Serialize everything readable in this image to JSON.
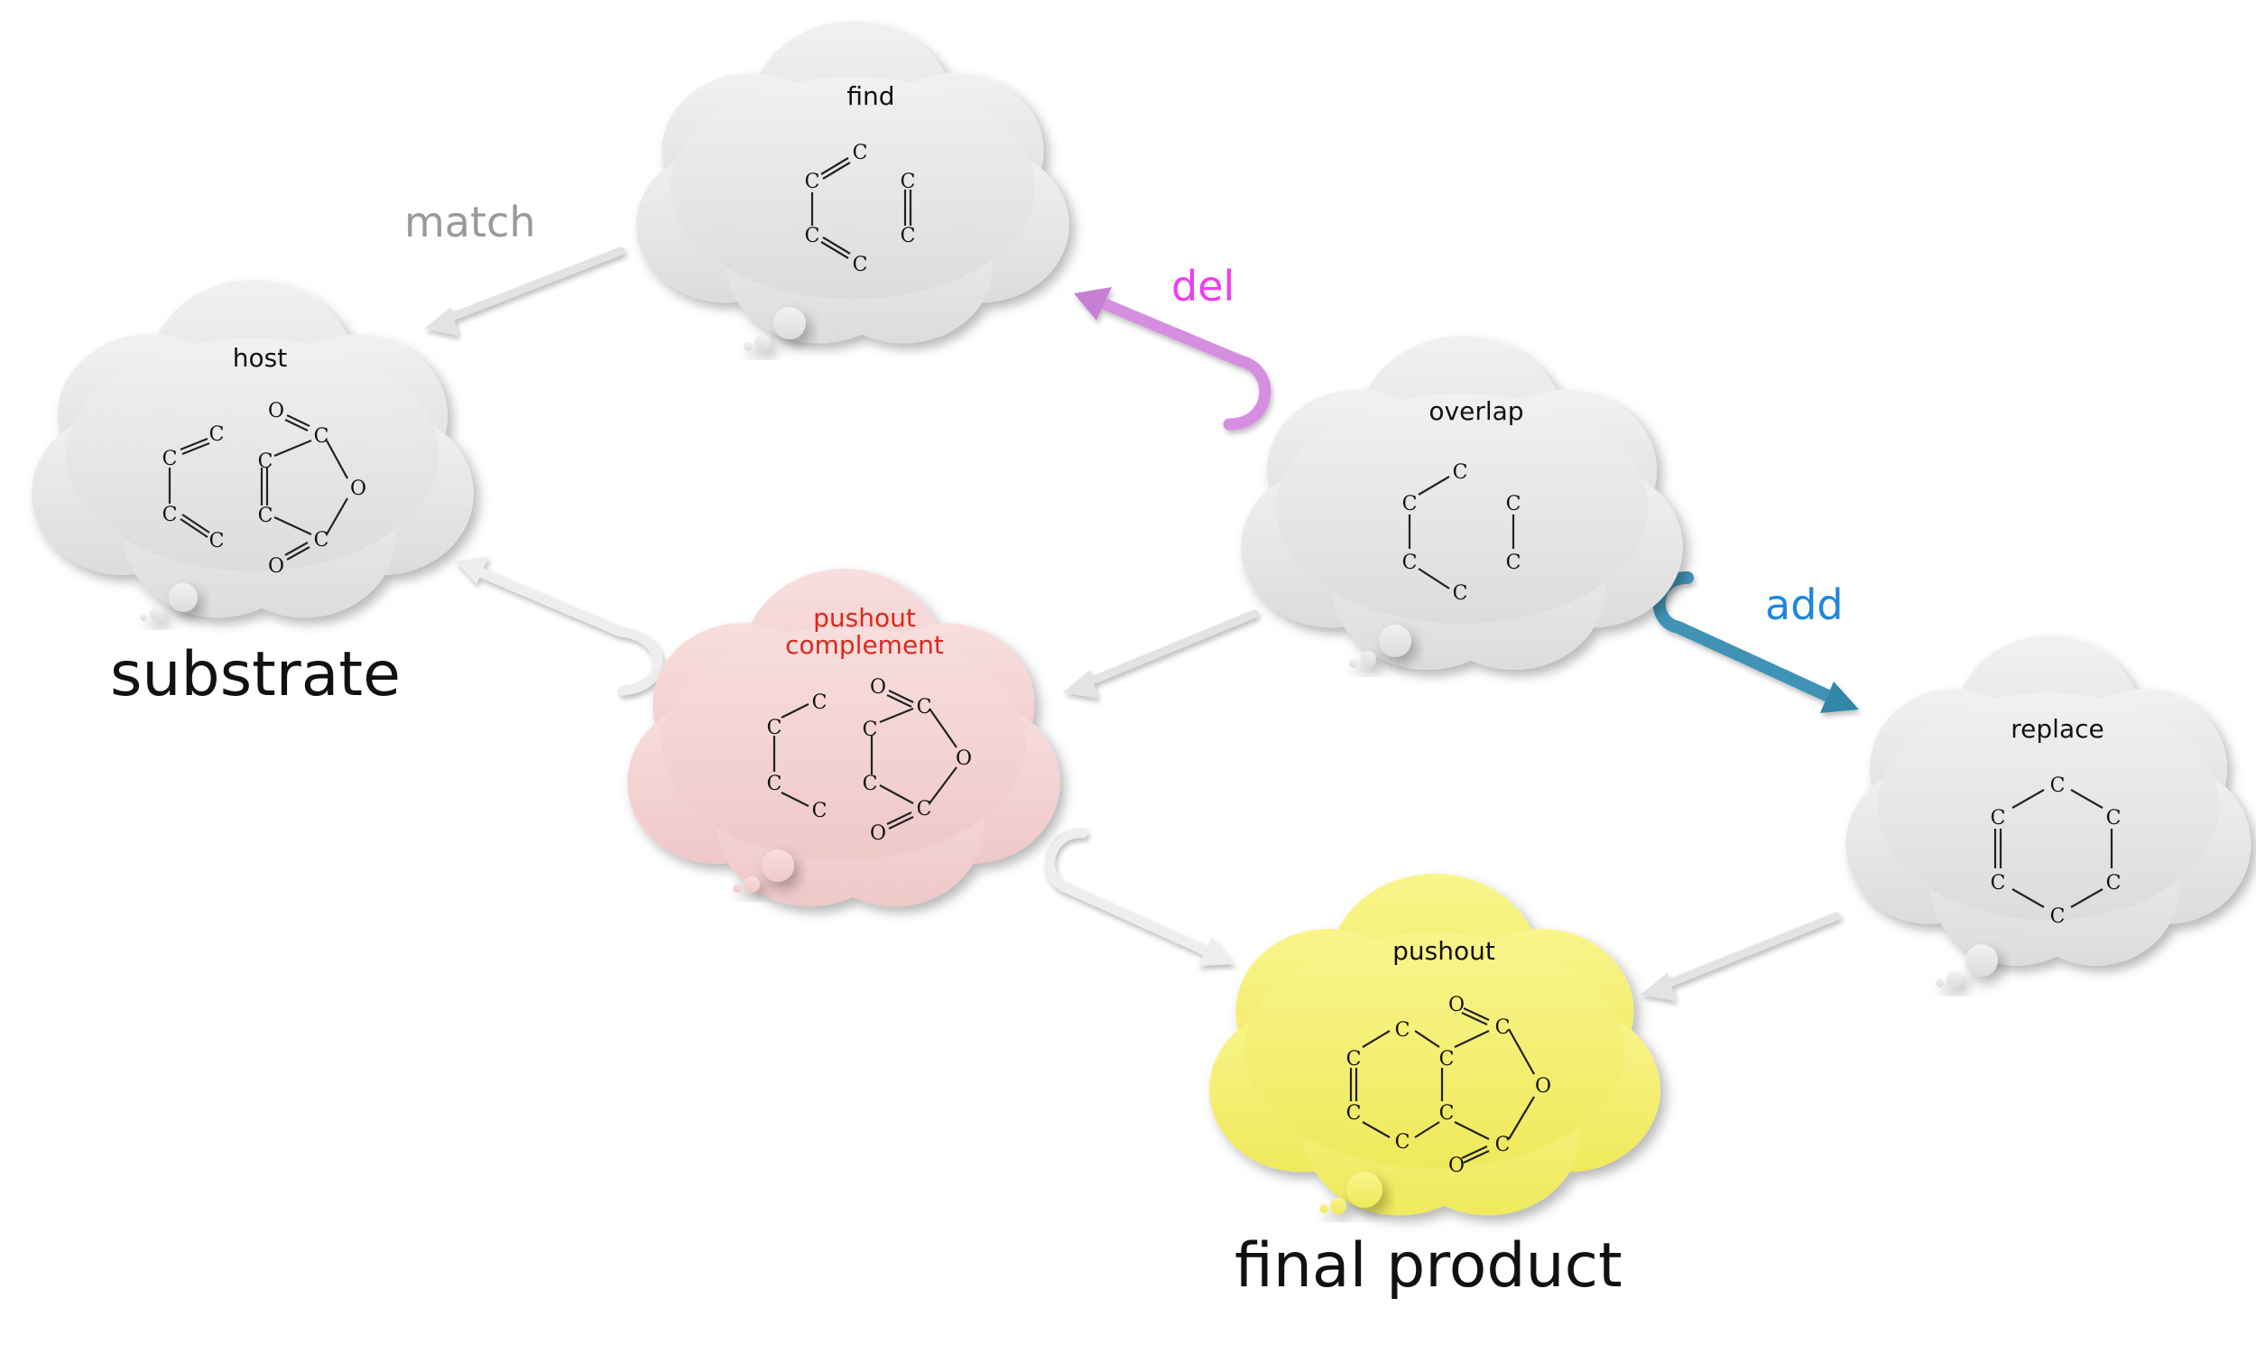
{
  "clouds": {
    "host": {
      "title": "host",
      "color": "#e6e6e6"
    },
    "find": {
      "title": "find",
      "color": "#e6e6e6"
    },
    "overlap": {
      "title": "overlap",
      "color": "#e6e6e6"
    },
    "replace": {
      "title": "replace",
      "color": "#e6e6e6"
    },
    "pushout_complement": {
      "title": "pushout\ncomplement",
      "title_line1": "pushout",
      "title_line2": "complement",
      "color": "#f4d4d4",
      "title_color": "#e0261a"
    },
    "pushout": {
      "title": "pushout",
      "color": "#f7f27a"
    }
  },
  "edge_labels": {
    "match": {
      "text": "match",
      "color": "#999999"
    },
    "del": {
      "text": "del",
      "color": "#ee3df0"
    },
    "add": {
      "text": "add",
      "color": "#1f86e0"
    }
  },
  "captions": {
    "substrate": "substrate",
    "final_product": "final product"
  },
  "atoms": {
    "carbon": "C",
    "oxygen": "O"
  },
  "colors": {
    "del_arrow": "#d58ee0",
    "add_arrow": "#3f93b5",
    "plain_arrow": "#e3e3e3"
  }
}
